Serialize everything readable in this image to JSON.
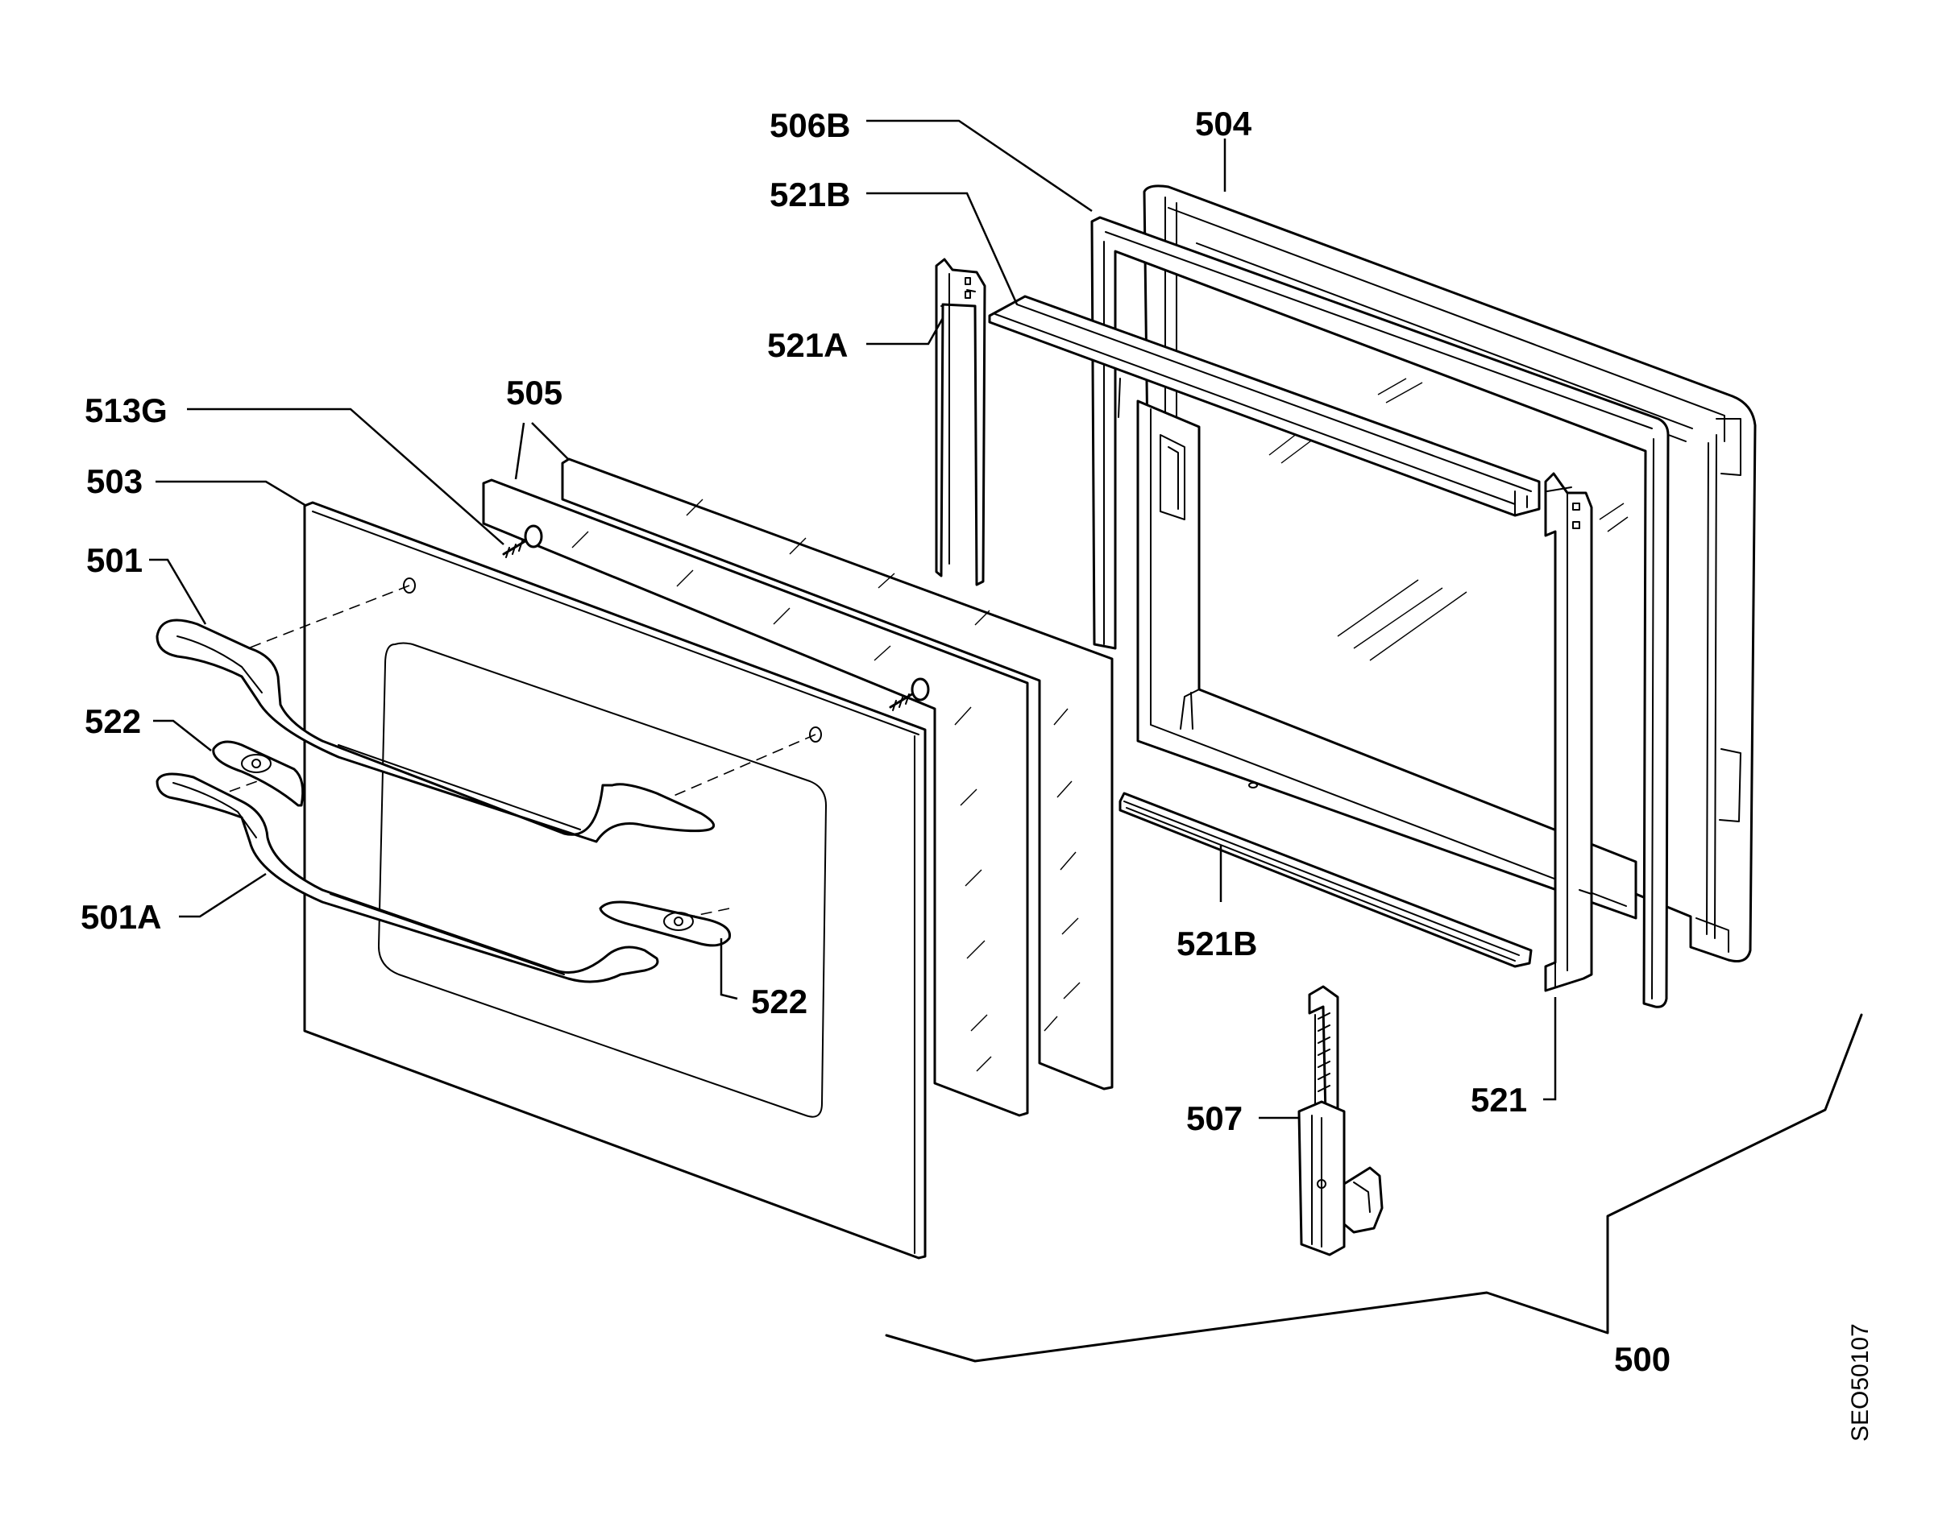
{
  "diagram": {
    "drawing_code": "SEO50107",
    "labels": {
      "l506B": "506B",
      "l504": "504",
      "l521B_top": "521B",
      "l521A": "521A",
      "l505": "505",
      "l513G": "513G",
      "l503": "503",
      "l501": "501",
      "l522_left": "522",
      "l501A": "501A",
      "l522_right": "522",
      "l521B_bottom": "521B",
      "l507": "507",
      "l521": "521",
      "l500": "500"
    }
  }
}
